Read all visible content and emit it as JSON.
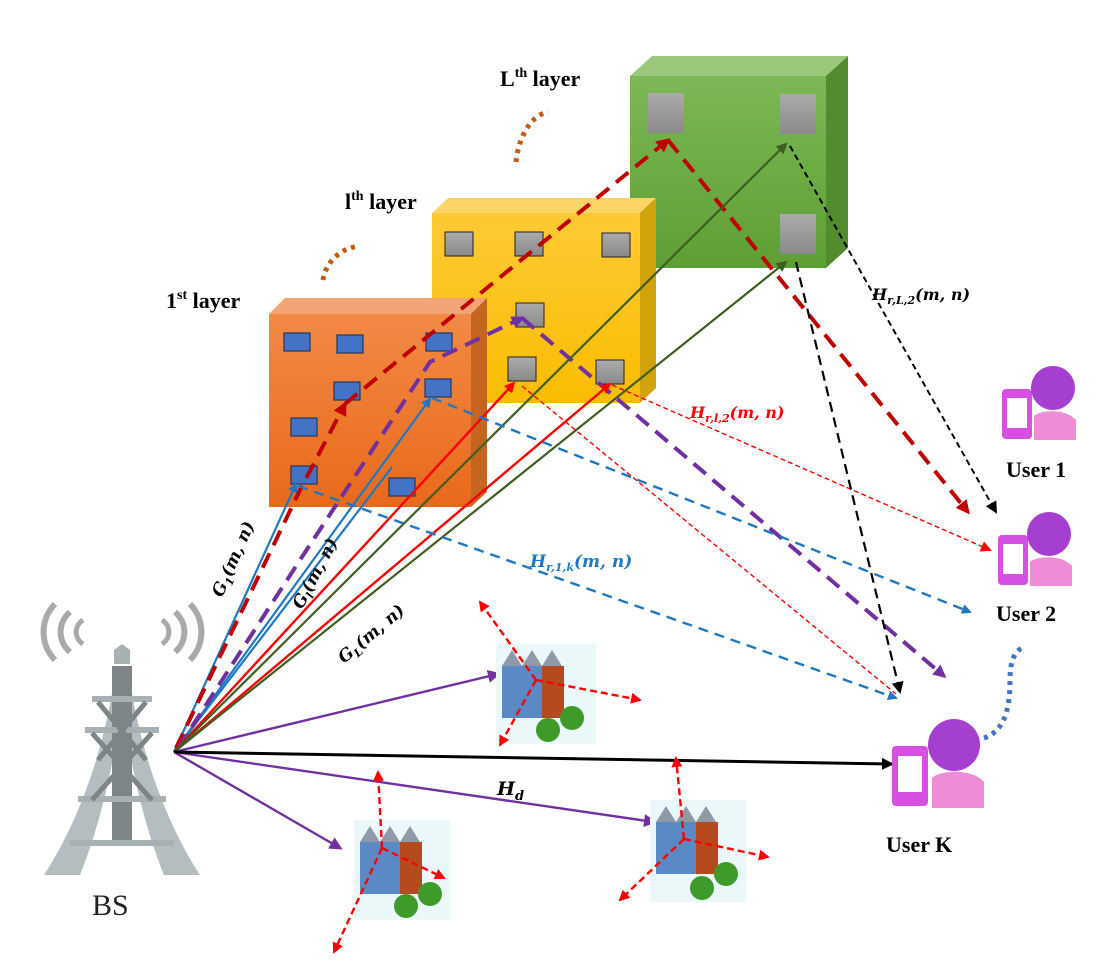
{
  "diagram": {
    "title_hidden": "",
    "layers": [
      {
        "id": "layer-1",
        "label": "1",
        "sup": "st",
        "suffix": " layer",
        "color": "#EE7C2C"
      },
      {
        "id": "layer-l",
        "label": "l",
        "sup": "th",
        "suffix": " layer",
        "color": "#FDC010"
      },
      {
        "id": "layer-L",
        "label": "L",
        "sup": "th",
        "suffix": " layer",
        "color": "#6DAE45"
      }
    ],
    "base_station": {
      "label": "BS"
    },
    "users": [
      {
        "id": "user-1",
        "label": "User 1"
      },
      {
        "id": "user-2",
        "label": "User 2"
      },
      {
        "id": "user-k",
        "label": "User K"
      }
    ],
    "channel_labels": {
      "g1": {
        "base": "G",
        "sub": "1",
        "args": "(m, n)"
      },
      "gl": {
        "base": "G",
        "sub": "l",
        "args": "(m, n)"
      },
      "gL": {
        "base": "G",
        "sub": "L",
        "args": "(m, n)"
      },
      "hr1k": {
        "base": "H",
        "sub": "r,1,k",
        "args": "(m, n)",
        "color": "#1F78C1"
      },
      "hrl2": {
        "base": "H",
        "sub": "r,l,2",
        "args": "(m, n)",
        "color": "#FF0000"
      },
      "hrL2": {
        "base": "H",
        "sub": "r,L,2",
        "args": "(m, n)",
        "color": "#000000"
      },
      "hd": {
        "base": "H",
        "sub": "d",
        "args": ""
      }
    },
    "colors": {
      "blue": "#1F78C1",
      "dark_red": "#C00000",
      "red": "#FF0000",
      "purple": "#7030A0",
      "dark_green": "#3F5F22",
      "black": "#000000",
      "orange_dots": "#C55A11",
      "blue_dots": "#4472C4",
      "user_magenta": "#D64FE0"
    }
  }
}
